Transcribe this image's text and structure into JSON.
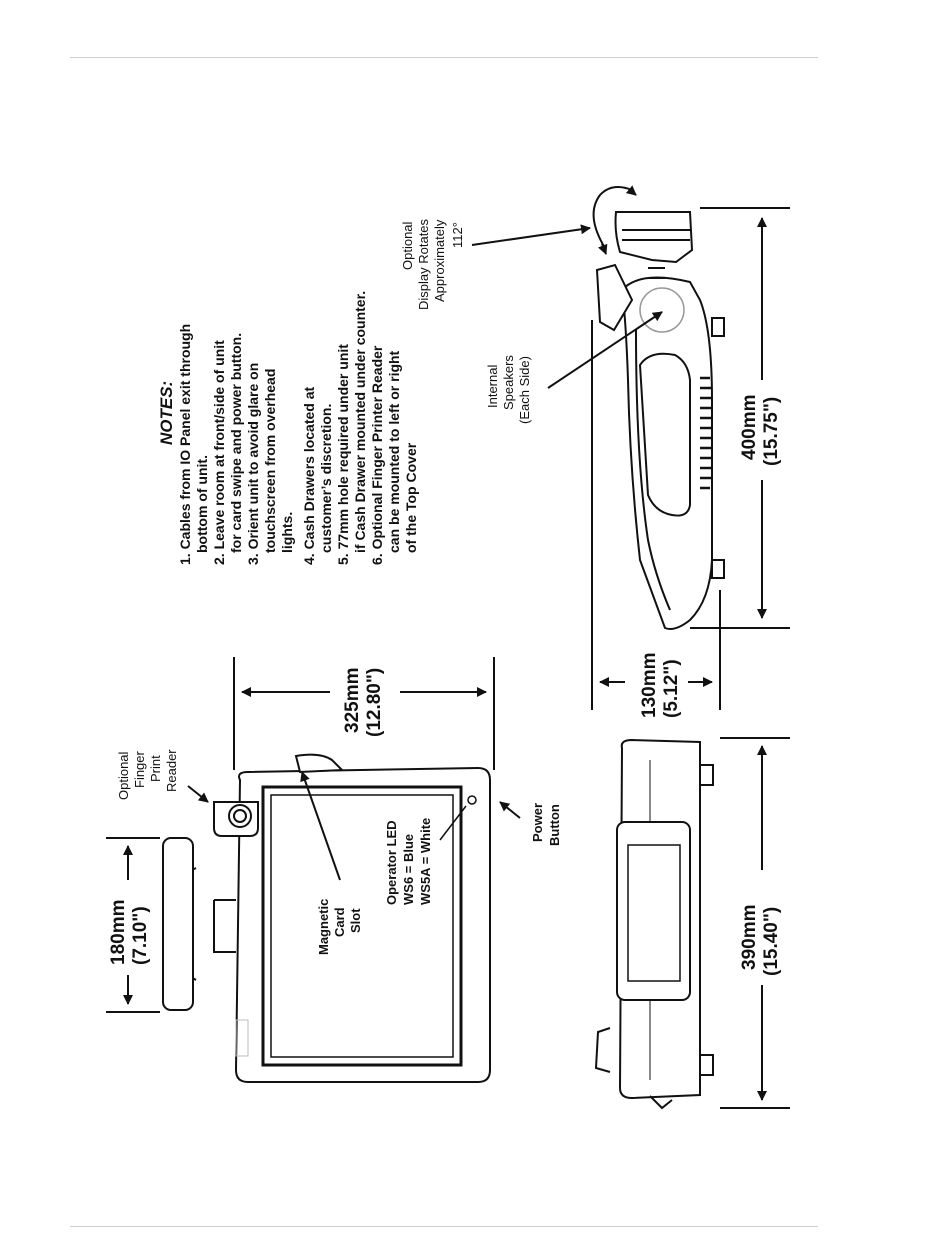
{
  "notes": {
    "title": "NOTES:",
    "items": [
      [
        "1. Cables from IO Panel exit through",
        "bottom of unit."
      ],
      [
        "2. Leave room at front/side of unit",
        "for card swipe and power button."
      ],
      [
        "3. Orient unit to avoid glare on",
        "touchscreen from overhead",
        "lights."
      ],
      [
        "4. Cash Drawers located at",
        "customer’s discretion."
      ],
      [
        "5. 77mm hole required under unit",
        "if Cash Drawer mounted under counter."
      ],
      [
        "6. Optional Finger Printer Reader",
        "can be mounted to left or right",
        "of the Top Cover"
      ]
    ]
  },
  "labels": {
    "display_rotates": [
      "Optional",
      "Display Rotates",
      "Approximately",
      "112°"
    ],
    "speakers": [
      "Internal",
      "Speakers",
      "(Each Side)"
    ],
    "finger_reader": [
      "Optional",
      "Finger",
      "Print",
      "Reader"
    ],
    "power_button": [
      "Power",
      "Button"
    ],
    "magnetic_slot": [
      "Magnetic",
      "Card",
      "Slot"
    ],
    "operator_led": [
      "Operator LED",
      "WS6 = Blue",
      "WS5A = White"
    ]
  },
  "dimensions": {
    "d180": [
      "180mm",
      "(7.10\")"
    ],
    "d325": [
      "325mm",
      "(12.80\")"
    ],
    "d130": [
      "130mm",
      "(5.12\")"
    ],
    "d390": [
      "390mm",
      "(15.40\")"
    ],
    "d400": [
      "400mm",
      "(15.75\")"
    ]
  }
}
